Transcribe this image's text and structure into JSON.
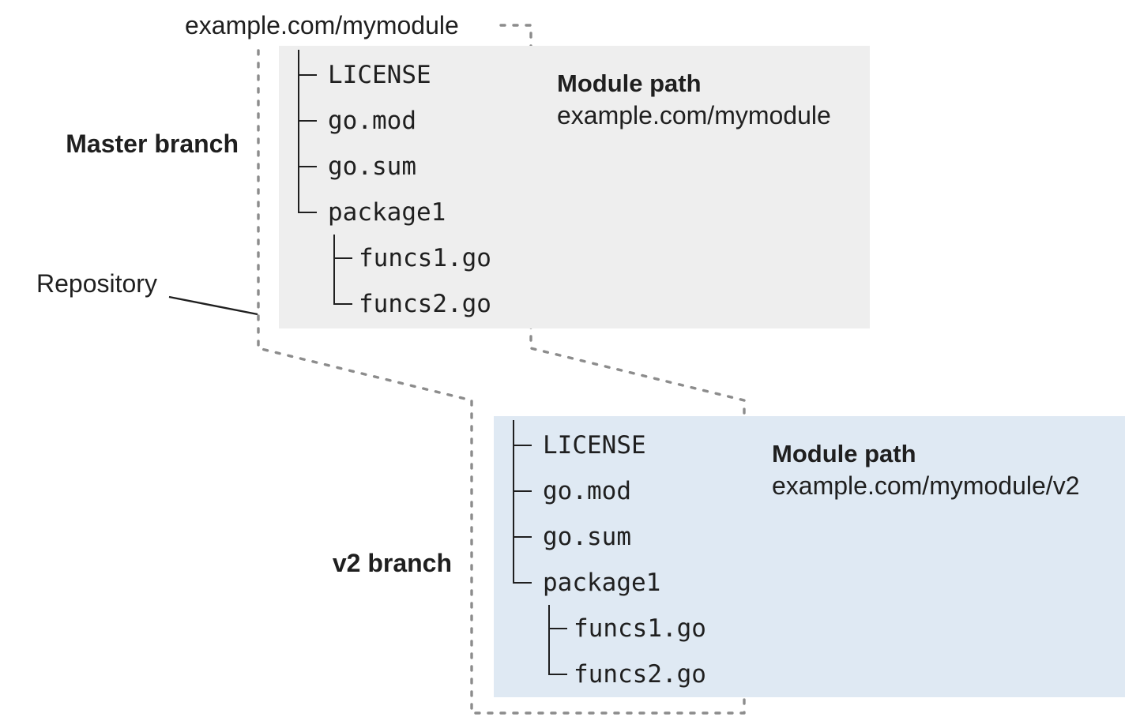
{
  "top_label": "example.com/mymodule",
  "repo_label": "Repository",
  "master": {
    "branch_label": "Master branch",
    "module_path_title": "Module path",
    "module_path": "example.com/mymodule",
    "files": [
      "LICENSE",
      "go.mod",
      "go.sum",
      "package1"
    ],
    "subfiles": [
      "funcs1.go",
      "funcs2.go"
    ],
    "box_color": "#eeeeee"
  },
  "v2": {
    "branch_label": "v2 branch",
    "module_path_title": "Module path",
    "module_path": "example.com/mymodule/v2",
    "files": [
      "LICENSE",
      "go.mod",
      "go.sum",
      "package1"
    ],
    "subfiles": [
      "funcs1.go",
      "funcs2.go"
    ],
    "box_color": "#dfe9f3"
  },
  "colors": {
    "outline_dash": "#8c8c8c",
    "text": "#1f1f1f",
    "master_box": "#eeeeee",
    "v2_box": "#dfe9f3"
  }
}
